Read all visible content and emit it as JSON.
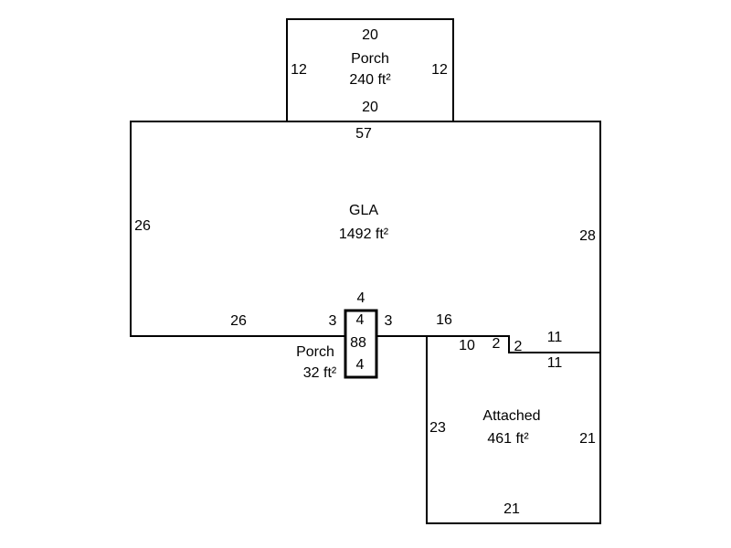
{
  "floorplan": {
    "top_porch": {
      "title": "Porch",
      "area": "240 ft²",
      "dim_top": "20",
      "dim_left": "12",
      "dim_right": "12",
      "dim_bottom": "20"
    },
    "gla": {
      "title": "GLA",
      "area": "1492 ft²",
      "dim_top": "57",
      "dim_left": "26",
      "dim_right": "28",
      "dim_bottom_left": "26",
      "dim_bottom_mid": "16",
      "dim_step_left": "2",
      "dim_step_right": "2",
      "dim_notch_top": "11",
      "dim_notch_bottom": "11"
    },
    "small_porch": {
      "title": "Porch",
      "area": "32 ft²",
      "dim_top": "4",
      "dim_top_inner": "4",
      "dim_sides": "88",
      "dim_bottom": "4",
      "dim_left": "3",
      "dim_right": "3"
    },
    "garage": {
      "title": "Attached",
      "area": "461 ft²",
      "dim_top": "10",
      "dim_left": "23",
      "dim_right": "21",
      "dim_bottom": "21"
    }
  }
}
